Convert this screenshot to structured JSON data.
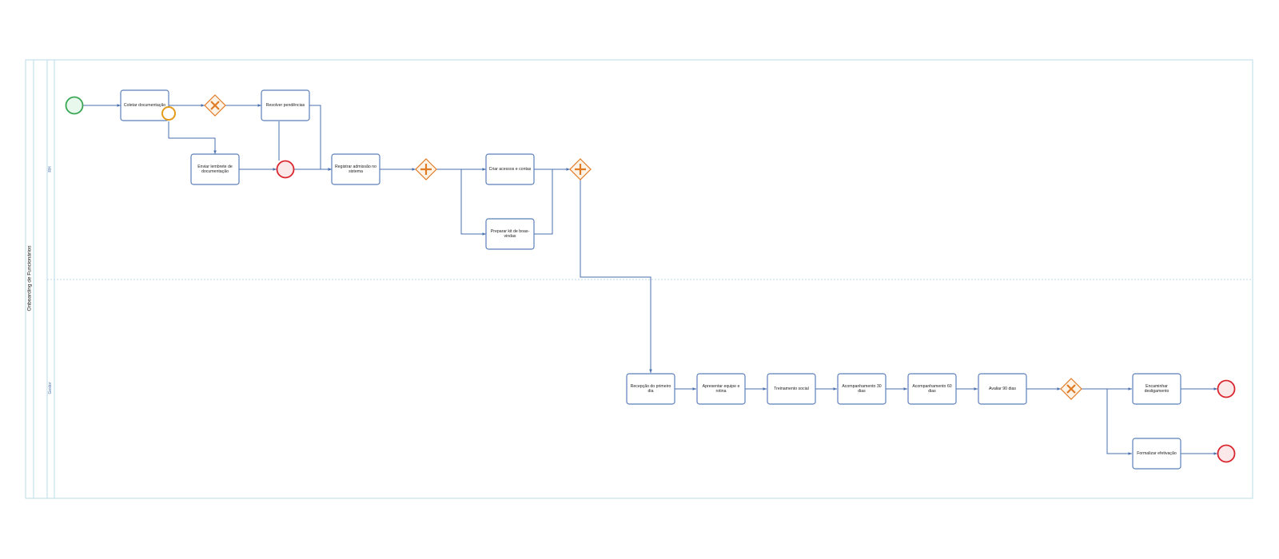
{
  "pool": {
    "label": "Onboarding de Funcionários"
  },
  "lanes": [
    {
      "id": "rh",
      "label": "RH"
    },
    {
      "id": "gestor",
      "label": "Gestor"
    }
  ],
  "tasks": {
    "coletar": "Coletar documentação",
    "resolver": "Resolver pendências",
    "enviar": "Enviar lembrete de documentação",
    "registrar": "Registrar admissão no sistema",
    "criar": "Criar acessos e contas",
    "preparar": "Preparar kit de boas-vindas",
    "recepcao": "Recepção do primeiro dia",
    "apresentar": "Apresentar equipe e rotina",
    "treinamento": "Treinamento social",
    "acomp30": "Acompanhamento 30 dias",
    "acomp60": "Acompanhamento 60 dias",
    "avaliar": "Avaliar 90 dias",
    "encaminhar": "Encaminhar desligamento",
    "formalizar": "Formalizar efetivação"
  },
  "colors": {
    "start_event": "#3aa655",
    "end_event": "#d9262f",
    "timer_event": "#e39b1c",
    "gateway": "#e07b26",
    "task_stroke": "#5b7fba",
    "flow": "#4a6fae",
    "lane_border": "#b8dde8"
  },
  "icons": {
    "exclusive_gateway": "x-icon",
    "parallel_gateway": "plus-icon"
  }
}
